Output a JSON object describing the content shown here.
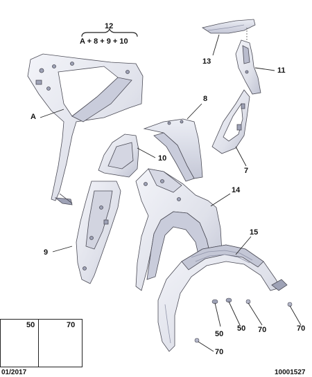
{
  "callouts": {
    "assembly_number": "12",
    "assembly_formula": "A + 8 + 9 + 10",
    "c_13": "13",
    "c_11": "11",
    "c_A": "A",
    "c_8": "8",
    "c_10": "10",
    "c_7": "7",
    "c_14": "14",
    "c_9": "9",
    "c_15": "15",
    "c_50_a": "50",
    "c_50_b": "50",
    "c_70_a": "70",
    "c_70_b": "70",
    "c_70_c": "70"
  },
  "inset": {
    "left_label": "50",
    "right_label": "70"
  },
  "footer": {
    "date": "01/2017",
    "reference": "10001527"
  },
  "colors": {
    "part_fill": "#e4e6ef",
    "part_shade": "#c9ccdb",
    "part_stroke": "#4a4a55",
    "line": "#222222"
  }
}
